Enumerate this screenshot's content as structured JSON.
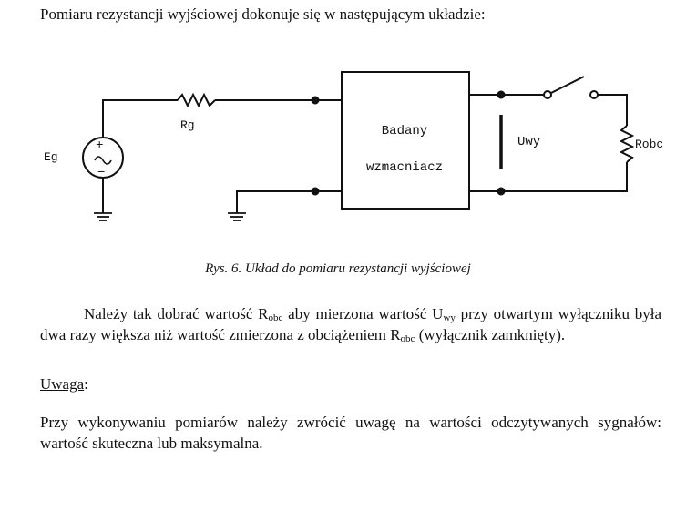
{
  "intro": "Pomiaru rezystancji wyjściowej dokonuje się w następującym układzie:",
  "figure": {
    "labels": {
      "rg": "Rg",
      "eg": "Eg",
      "block_line1": "Badany",
      "block_line2": "wzmacniacz",
      "uwy": "Uwy",
      "robc": "Robc"
    },
    "caption": "Rys. 6.  Układ do pomiaru rezystancji wyjściowej"
  },
  "paragraph": {
    "p1": "Należy tak dobrać wartość R",
    "sub1": "obc",
    "p2": " aby mierzona wartość U",
    "sub2": "wy",
    "p3": " przy otwartym wyłączniku była dwa razy większa niż wartość zmierzona z obciążeniem R",
    "sub3": "obc",
    "p4": " (wyłącznik zamknięty)."
  },
  "note": {
    "heading": "Uwaga",
    "colon": ":",
    "body": "Przy wykonywaniu pomiarów należy zwrócić uwagę na wartości odczytywanych sygnałów: wartość skuteczna lub maksymalna."
  }
}
